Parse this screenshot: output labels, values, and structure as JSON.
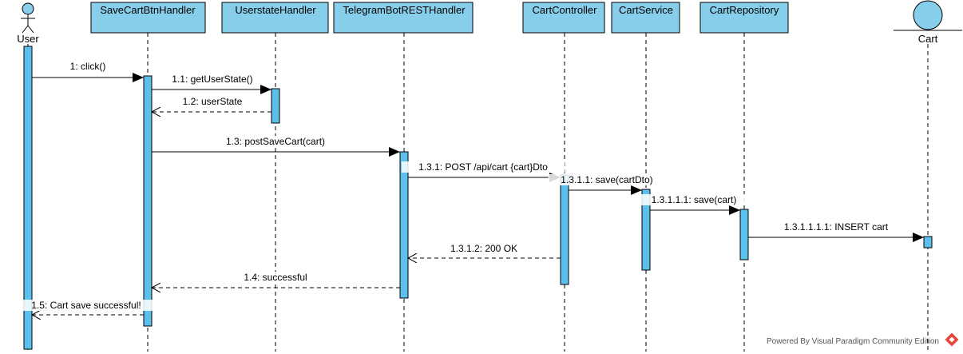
{
  "colors": {
    "box_fill": "#87CEEB",
    "box_stroke": "#000000",
    "activation_fill": "#5BC0EB",
    "line": "#000000"
  },
  "participants": [
    {
      "id": "user",
      "label": "User",
      "kind": "actor"
    },
    {
      "id": "savecart",
      "label": "SaveCartBtnHandler",
      "kind": "box"
    },
    {
      "id": "userstate",
      "label": "UserstateHandler",
      "kind": "box"
    },
    {
      "id": "telegram",
      "label": "TelegramBotRESTHandler",
      "kind": "box"
    },
    {
      "id": "cartctrl",
      "label": "CartController",
      "kind": "box"
    },
    {
      "id": "cartsvc",
      "label": "CartService",
      "kind": "box"
    },
    {
      "id": "cartrepo",
      "label": "CartRepository",
      "kind": "box"
    },
    {
      "id": "cart",
      "label": "Cart",
      "kind": "entity"
    }
  ],
  "messages": [
    {
      "label": "1: click()",
      "from": "user",
      "to": "savecart",
      "type": "sync"
    },
    {
      "label": "1.1: getUserState()",
      "from": "savecart",
      "to": "userstate",
      "type": "sync"
    },
    {
      "label": "1.2: userState",
      "from": "userstate",
      "to": "savecart",
      "type": "return"
    },
    {
      "label": "1.3: postSaveCart(cart)",
      "from": "savecart",
      "to": "telegram",
      "type": "sync"
    },
    {
      "label": "1.3.1: POST /api/cart {cart}Dto",
      "from": "telegram",
      "to": "cartctrl",
      "type": "sync"
    },
    {
      "label": "1.3.1.1: save(cartDto)",
      "from": "cartctrl",
      "to": "cartsvc",
      "type": "sync"
    },
    {
      "label": "1.3.1.1.1: save(cart)",
      "from": "cartsvc",
      "to": "cartrepo",
      "type": "sync"
    },
    {
      "label": "1.3.1.1.1.1: INSERT cart",
      "from": "cartrepo",
      "to": "cart",
      "type": "sync"
    },
    {
      "label": "1.3.1.2: 200 OK",
      "from": "cartctrl",
      "to": "telegram",
      "type": "return"
    },
    {
      "label": "1.4: successful",
      "from": "telegram",
      "to": "savecart",
      "type": "return"
    },
    {
      "label": "1.5: Cart save successful!",
      "from": "savecart",
      "to": "user",
      "type": "return"
    }
  ],
  "watermark": "Powered By Visual Paradigm Community Edition",
  "icons": {
    "watermark_logo": "visual-paradigm-logo-icon"
  }
}
